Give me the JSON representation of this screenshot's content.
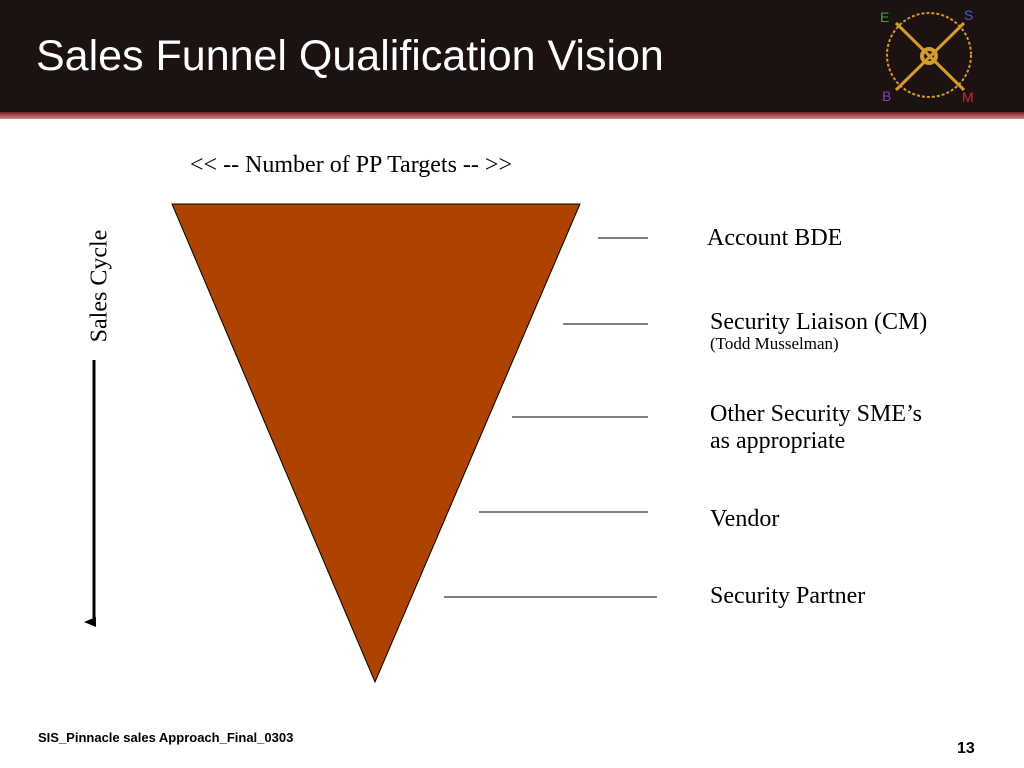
{
  "slide": {
    "title": "Sales Funnel Qualification Vision",
    "page_number": "13",
    "footer": "SIS_Pinnacle sales Approach_Final_0303"
  },
  "logo": {
    "letters": [
      "E",
      "S",
      "B",
      "M"
    ],
    "letter_colors": [
      "#3aa63a",
      "#3b5ed8",
      "#8a3ac7",
      "#d02a2a"
    ],
    "ring_color": "#d49a2a"
  },
  "diagram": {
    "funnel_color": "#ae4300",
    "top_label": "<< -- Number of PP Targets -- >>",
    "side_label": "Sales Cycle",
    "roles": [
      {
        "label": "Account BDE",
        "note": ""
      },
      {
        "label": "Security Liaison (CM)",
        "note": "(Todd Musselman)"
      },
      {
        "label": "Other Security SME’s",
        "label2": "as appropriate",
        "note": ""
      },
      {
        "label": "Vendor",
        "note": ""
      },
      {
        "label": "Security Partner",
        "note": ""
      }
    ]
  }
}
